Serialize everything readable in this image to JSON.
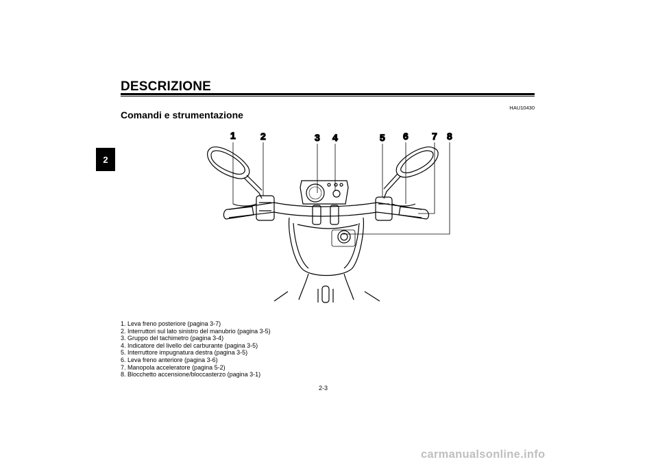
{
  "header": {
    "chapter_tab": "2",
    "title": "DESCRIZIONE",
    "code": "HAU10430",
    "subtitle": "Comandi e strumentazione"
  },
  "figure": {
    "callouts": [
      "1",
      "2",
      "3",
      "4",
      "5",
      "6",
      "7",
      "8"
    ]
  },
  "caption": {
    "items": [
      "1. Leva freno posteriore (pagina 3-7)",
      "2. Interruttori sul lato sinistro del manubrio (pagina 3-5)",
      "3. Gruppo del tachimetro (pagina 3-4)",
      "4. Indicatore del livello del carburante (pagina 3-5)",
      "5. Interruttore impugnatura destra (pagina 3-5)",
      "6. Leva freno anteriore (pagina 3-6)",
      "7. Manopola acceleratore (pagina 5-2)",
      "8. Blocchetto accensione/bloccasterzo (pagina 3-1)"
    ]
  },
  "footer": {
    "page_number": "2-3",
    "watermark": "carmanualsonline.info"
  }
}
